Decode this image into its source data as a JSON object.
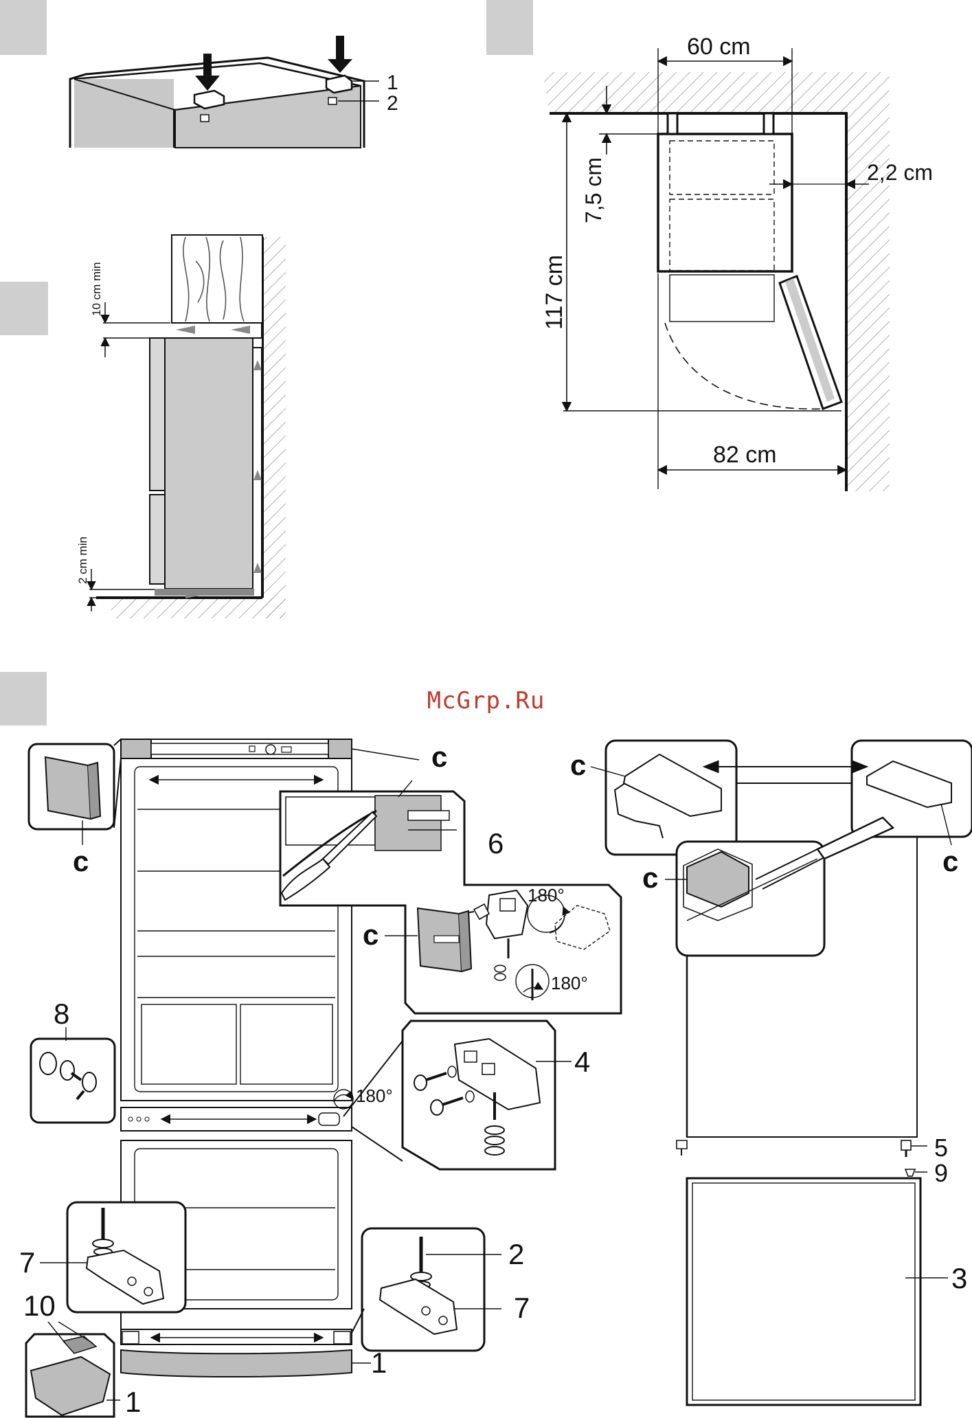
{
  "watermark": "McGrp.Ru",
  "colors": {
    "watermark": "#c0392b",
    "tab": "#cfcfcf",
    "appliance": "#cbcbcb",
    "line": "#111111",
    "hatch": "#9a9a9a"
  },
  "figure1": {
    "callout_1": "1",
    "callout_2": "2"
  },
  "figure2": {
    "top_clearance": "10 cm min",
    "bottom_clearance": "2 cm min"
  },
  "figure3": {
    "width": "60 cm",
    "depth_gap": "7,5 cm",
    "side_gap": "2,2 cm",
    "height": "117 cm",
    "door_swing_width": "82 cm"
  },
  "figure4": {
    "c_top_right": "c",
    "c_top_left_panel": "c",
    "c_hinge_panel": "c",
    "c_rt_left": "c",
    "c_rt_right": "c",
    "c_rt_screwdriver": "c",
    "num_6": "6",
    "num_8": "8",
    "num_4": "4",
    "num_5": "5",
    "num_9": "9",
    "num_3": "3",
    "num_2": "2",
    "num_7_left": "7",
    "num_7_right": "7",
    "num_10": "10",
    "num_1_right": "1",
    "num_1_left": "1",
    "deg_1": "180°",
    "deg_2": "180°",
    "deg_3": "180°"
  }
}
